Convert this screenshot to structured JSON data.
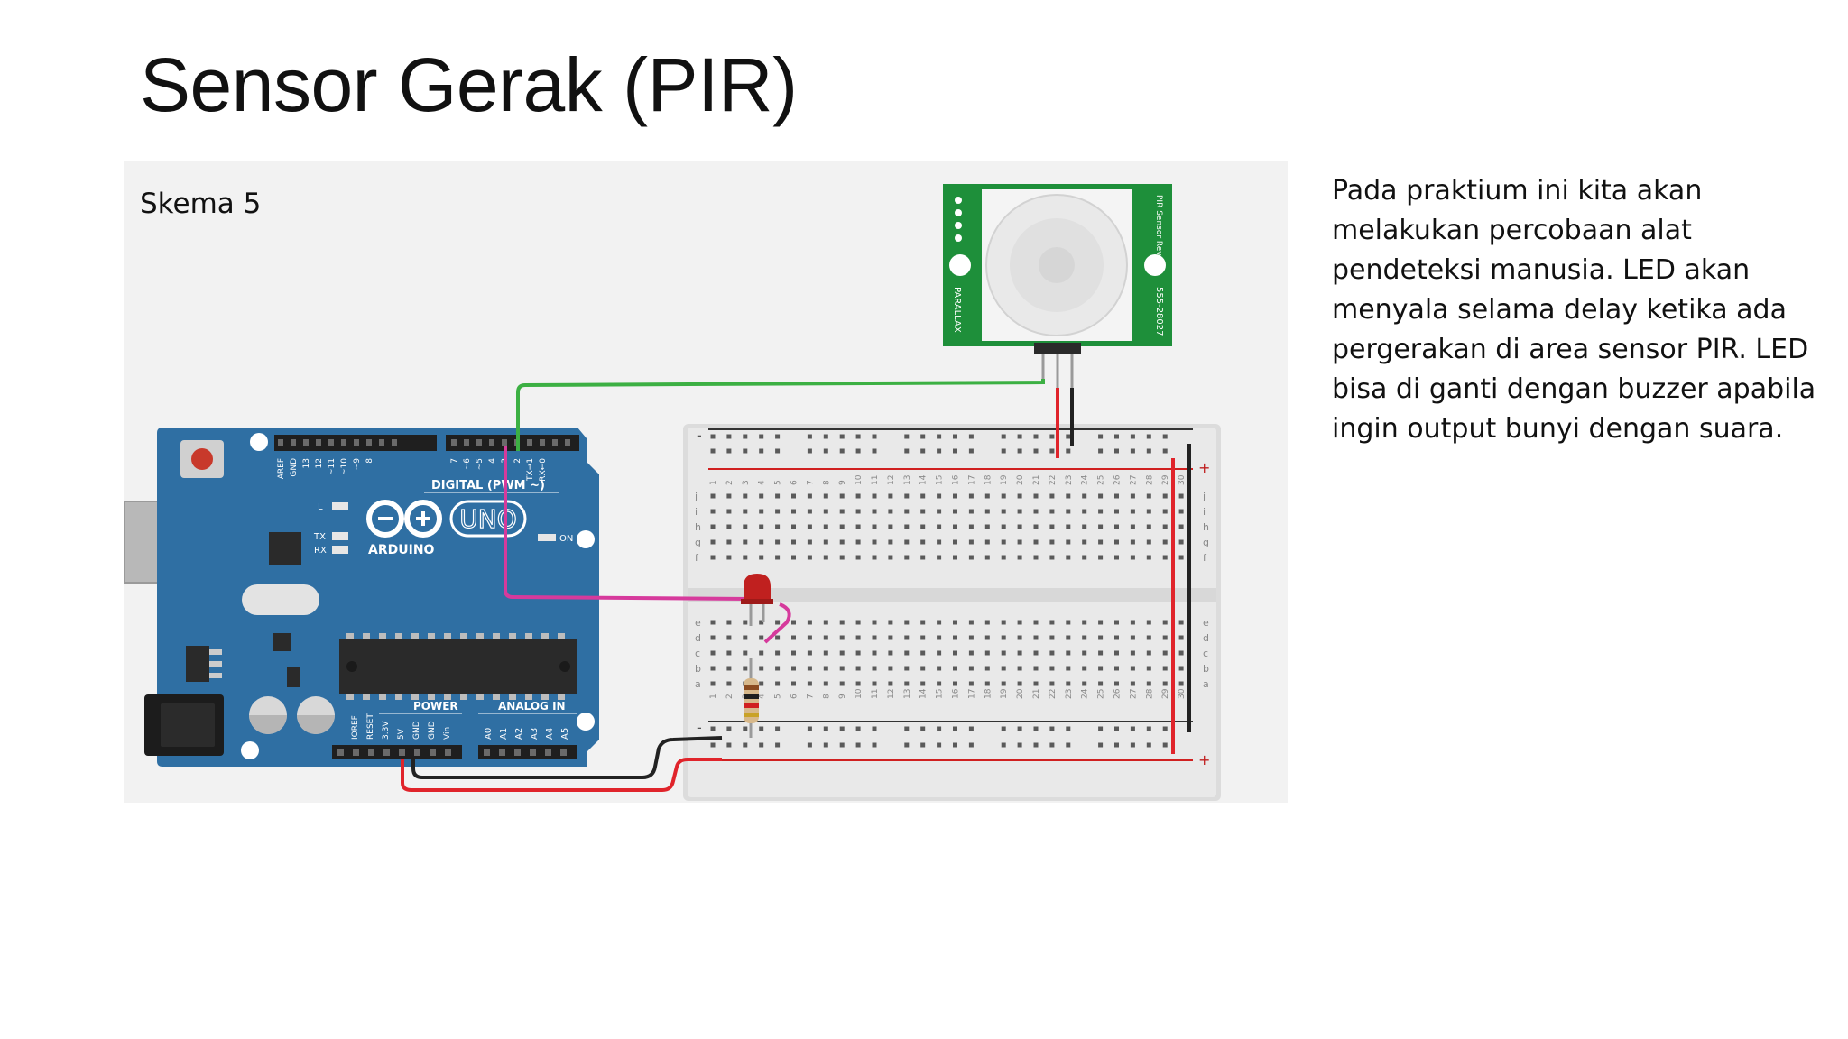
{
  "slide": {
    "title": "Sensor Gerak (PIR)",
    "skema_label": "Skema 5",
    "description": "Pada praktium ini kita akan melakukan percobaan alat pendeteksi manusia. LED akan menyala selama delay ketika ada pergerakan di area sensor PIR. LED bisa di ganti dengan buzzer apabila ingin output bunyi dengan suara."
  },
  "arduino": {
    "brand": "ARDUINO",
    "model": "UNO",
    "digital_header": "DIGITAL (PWM ~)",
    "power_header": "POWER",
    "analog_header": "ANALOG IN",
    "on_label": "ON",
    "l_label": "L",
    "tx_label": "TX",
    "rx_label": "RX",
    "digital_pins": [
      "AREF",
      "GND",
      "13",
      "12",
      "~11",
      "~10",
      "~9",
      "8",
      "7",
      "~6",
      "~5",
      "4",
      "~3",
      "2",
      "TX→1",
      "RX←0"
    ],
    "power_pins": [
      "IOREF",
      "RESET",
      "3.3V",
      "5V",
      "GND",
      "GND",
      "Vin"
    ],
    "analog_pins": [
      "A0",
      "A1",
      "A2",
      "A3",
      "A4",
      "A5"
    ]
  },
  "pir": {
    "brand": "PARALLAX",
    "part": "555-28027",
    "name": "PIR Sensor Rev B"
  },
  "breadboard": {
    "plus": "+",
    "minus": "-",
    "row_letters_top": [
      "j",
      "i",
      "h",
      "g",
      "f"
    ],
    "row_letters_bottom": [
      "e",
      "d",
      "c",
      "b",
      "a"
    ],
    "columns": 30
  },
  "colors": {
    "board": "#2f6fa3",
    "pir_pcb": "#1e8f3a",
    "wire_green": "#3cb043",
    "wire_magenta": "#d63a9c",
    "wire_red": "#e0242b",
    "wire_black": "#222222",
    "led": "#c0201f",
    "background_panel": "#f2f2f2"
  }
}
